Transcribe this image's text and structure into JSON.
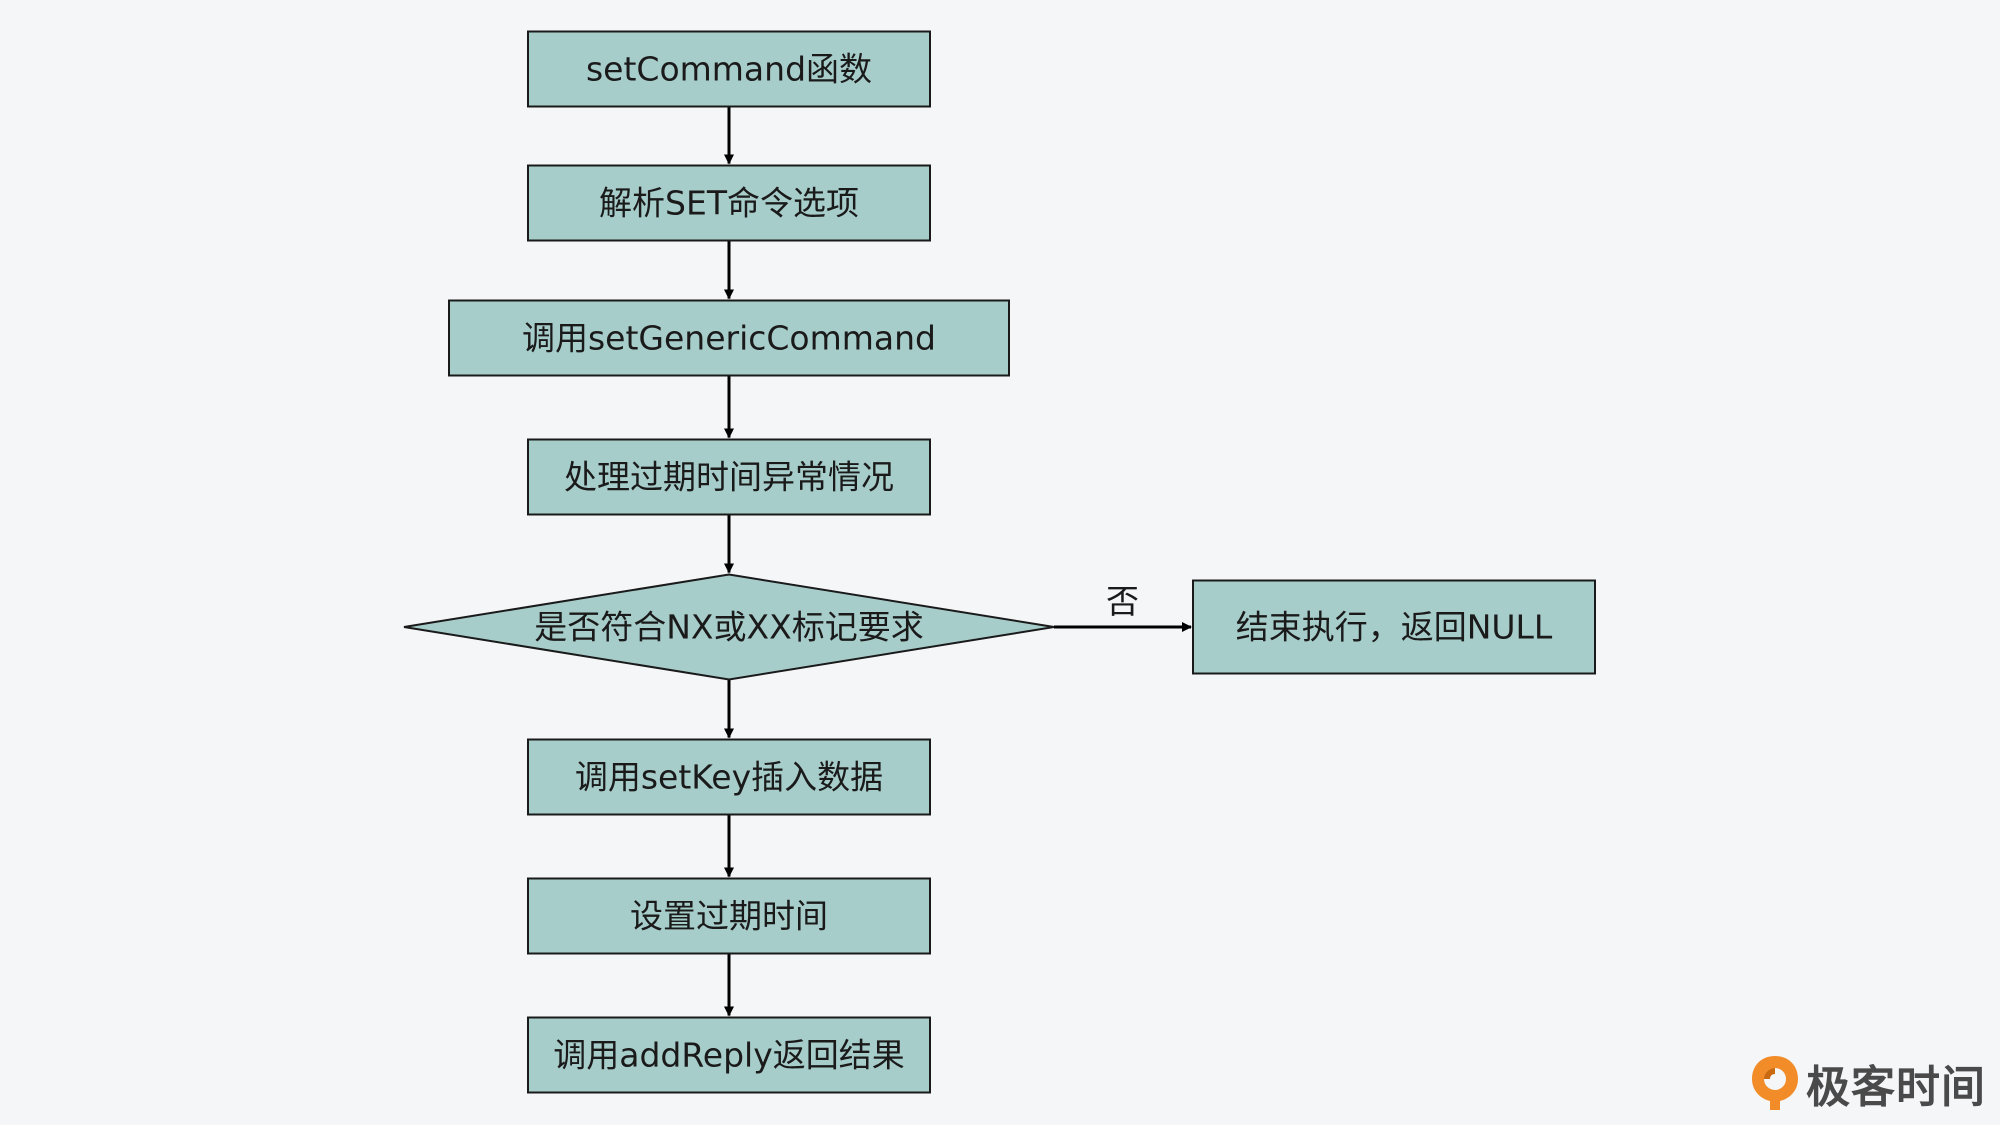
{
  "nodes": [
    {
      "id": "n1",
      "label": "setCommand函数",
      "shape": "rect"
    },
    {
      "id": "n2",
      "label": "解析SET命令选项",
      "shape": "rect"
    },
    {
      "id": "n3",
      "label": "调用setGenericCommand",
      "shape": "rect"
    },
    {
      "id": "n4",
      "label": "处理过期时间异常情况",
      "shape": "rect"
    },
    {
      "id": "n5",
      "label": "是否符合NX或XX标记要求",
      "shape": "diamond"
    },
    {
      "id": "n6",
      "label": "结束执行，返回NULL",
      "shape": "rect"
    },
    {
      "id": "n7",
      "label": "调用setKey插入数据",
      "shape": "rect"
    },
    {
      "id": "n8",
      "label": "设置过期时间",
      "shape": "rect"
    },
    {
      "id": "n9",
      "label": "调用addReply返回结果",
      "shape": "rect"
    }
  ],
  "edges": [
    {
      "from": "n1",
      "to": "n2",
      "label": ""
    },
    {
      "from": "n2",
      "to": "n3",
      "label": ""
    },
    {
      "from": "n3",
      "to": "n4",
      "label": ""
    },
    {
      "from": "n4",
      "to": "n5",
      "label": ""
    },
    {
      "from": "n5",
      "to": "n6",
      "label": "否"
    },
    {
      "from": "n5",
      "to": "n7",
      "label": ""
    },
    {
      "from": "n7",
      "to": "n8",
      "label": ""
    },
    {
      "from": "n8",
      "to": "n9",
      "label": ""
    }
  ],
  "colors": {
    "background": "#f4f6f8",
    "node_fill": "#a7cdcb",
    "node_stroke": "#1a1a1a",
    "edge": "#000000",
    "logo_accent": "#f28c28",
    "logo_text": "#4a4a4a"
  },
  "logo": {
    "text": "极客时间",
    "icon": "geektime-logo-icon"
  }
}
